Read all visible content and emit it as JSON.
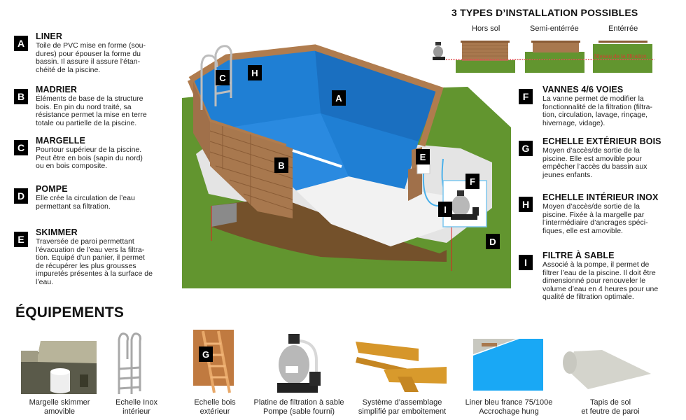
{
  "legend_left": [
    {
      "letter": "A",
      "title": "LINER",
      "lines": [
        "Toile de PVC mise en forme (sou-",
        "dures) pour épouser la forme du",
        "bassin. Il assure il assure l'étan-",
        "chéité de la piscine."
      ]
    },
    {
      "letter": "B",
      "title": "MADRIER",
      "lines": [
        "Éléments de base de la structure",
        "bois. En pin du nord traité, sa",
        "résistance permet la mise en terre",
        "totale ou partielle de la piscine."
      ]
    },
    {
      "letter": "C",
      "title": "MARGELLE",
      "lines": [
        "Pourtour supérieur de la piscine.",
        "Peut être en bois (sapin du nord)",
        "ou en bois composite."
      ]
    },
    {
      "letter": "D",
      "title": "POMPE",
      "lines": [
        "Elle crée la circulation de l’eau",
        "permettant sa filtration."
      ]
    },
    {
      "letter": "E",
      "title": "SKIMMER",
      "lines": [
        "Traversée de paroi permettant",
        "l’évacuation de l’eau vers la filtra-",
        "tion. Equipé d’un panier, il permet",
        "de récupérer les plus grousses",
        "impuretés présentes à la surface de",
        "l’eau."
      ]
    }
  ],
  "legend_right": [
    {
      "letter": "F",
      "title": "VANNES 4/6 VOIES",
      "lines": [
        "La vanne permet de modifier la",
        "fonctionnalité de la filtration (filtra-",
        "tion, circulation, lavage, rinçage,",
        "hivernage, vidage)."
      ]
    },
    {
      "letter": "G",
      "title": "ECHELLE EXTÉRIEUR BOIS",
      "lines": [
        "Moyen d’accès/de sortie de la",
        "piscine. Elle est amovible pour",
        "empêcher l’accès du bassin aux",
        "jeunes enfants."
      ]
    },
    {
      "letter": "H",
      "title": "ECHELLE INTÉRIEUR INOX",
      "lines": [
        "Moyen d’accès/de sortie de la",
        "piscine. Fixée à la margelle par",
        "l’intermédiaire d’ancrages spéci-",
        "fiques, elle est amovible."
      ]
    },
    {
      "letter": "I",
      "title": "FILTRE À SABLE",
      "lines": [
        "Associé à la pompe, il permet de",
        "filtrer l’eau de la piscine. Il doit être",
        "dimensionné pour renouveler le",
        "volume d’eau en 4 heures pour une",
        "qualité de filtration optimale."
      ]
    }
  ],
  "installation": {
    "title": "3 TYPES D’INSTALLATION POSSIBLES",
    "types": [
      "Hors sol",
      "Semi-entérrée",
      "Entérrée"
    ],
    "filtration_level_label": "Niveau de la filtration"
  },
  "diagram_labels": {
    "A": "A",
    "B": "B",
    "C": "C",
    "D": "D",
    "E": "E",
    "F": "F",
    "H": "H",
    "I": "I",
    "G": "G"
  },
  "equipment": {
    "title": "ÉQUIPEMENTS",
    "items": [
      {
        "line1": "Margelle skimmer",
        "line2": "amovible"
      },
      {
        "line1": "Echelle Inox",
        "line2": "intérieur"
      },
      {
        "line1": "Echelle bois",
        "line2": "extérieur"
      },
      {
        "line1": "Platine de filtration à sable",
        "line2": "Pompe (sable fourni)"
      },
      {
        "line1": "Système d’assemblage",
        "line2": "simplifié par emboitement"
      },
      {
        "line1": "Liner bleu france 75/100e",
        "line2": "Accrochage hung"
      },
      {
        "line1": "Tapis de sol",
        "line2": "et feutre de paroi"
      }
    ]
  },
  "colors": {
    "grass": "#62952f",
    "liner": "#1f7fd4",
    "wood": "#a8784e",
    "soil": "#74512b",
    "badge": "#000000",
    "filtration_line": "#e05050"
  }
}
